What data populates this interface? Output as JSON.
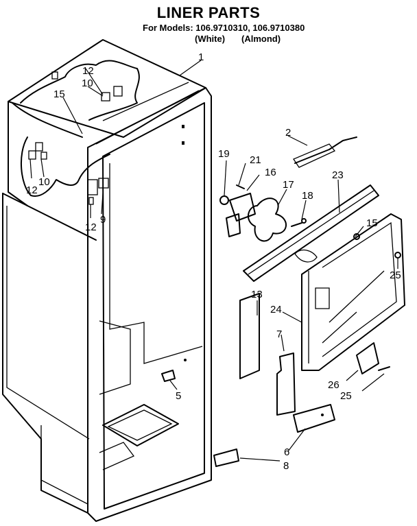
{
  "header": {
    "title": "LINER PARTS",
    "models_line": "For Models: 106.9710310, 106.9710380",
    "variant_white": "(White)",
    "variant_almond": "(Almond)"
  },
  "callouts": {
    "c1": "1",
    "c2": "2",
    "c5": "5",
    "c6": "6",
    "c7": "7",
    "c8": "8",
    "c9": "9",
    "c10a": "10",
    "c10b": "10",
    "c12a": "12",
    "c12b": "12",
    "c12c": "12",
    "c13": "13",
    "c15a": "15",
    "c15b": "15",
    "c16": "16",
    "c17": "17",
    "c18": "18",
    "c19": "19",
    "c21": "21",
    "c23": "23",
    "c24": "24",
    "c25a": "25",
    "c25b": "25",
    "c26": "26"
  }
}
